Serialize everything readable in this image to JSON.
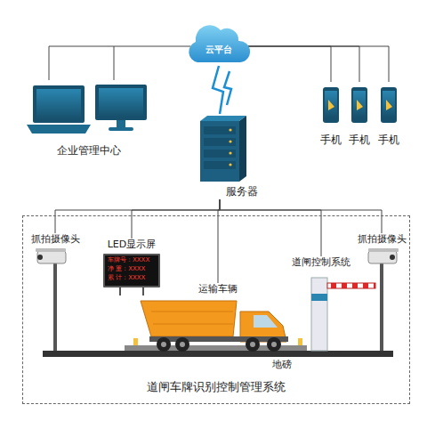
{
  "diagram": {
    "nodes": [
      {
        "text": [
          "云平台"
        ]
      },
      {
        "text": [
          "企业管理中心"
        ]
      },
      {
        "text": [
          "手机"
        ]
      },
      {
        "text": [
          "手机"
        ]
      },
      {
        "text": [
          "手机"
        ]
      },
      {
        "text": [
          "服务器"
        ]
      },
      {
        "text": [
          "道闸车牌识别控制管理系统"
        ]
      },
      {
        "text": [
          "抓拍摄像头"
        ],
        "in": 6
      },
      {
        "text": [
          "LED显示屏",
          "车牌号：XXXX",
          "净 重：XXXX",
          "累 计：XXXX"
        ],
        "in": 6
      },
      {
        "text": [
          "运输车辆"
        ],
        "in": 6
      },
      {
        "text": [
          "道闸控制系统"
        ],
        "in": 6
      },
      {
        "text": [
          "抓拍摄像头"
        ],
        "in": 6
      }
    ],
    "edges": [
      {
        "from": 0,
        "to": 1,
        "arrow": "none"
      },
      {
        "from": 0,
        "to": 2,
        "arrow": "none"
      },
      {
        "from": 0,
        "to": 3,
        "arrow": "none"
      },
      {
        "from": 0,
        "to": 4,
        "arrow": "none"
      },
      {
        "from": 0,
        "to": 5,
        "arrow": "none"
      },
      {
        "from": 5,
        "to": 7,
        "arrow": "none"
      },
      {
        "from": 5,
        "to": 8,
        "arrow": "none"
      },
      {
        "from": 5,
        "to": 9,
        "arrow": "none"
      },
      {
        "from": 5,
        "to": 10,
        "arrow": "none"
      },
      {
        "from": 5,
        "to": 11,
        "arrow": "none"
      }
    ],
    "labels": [
      "地磅"
    ]
  }
}
